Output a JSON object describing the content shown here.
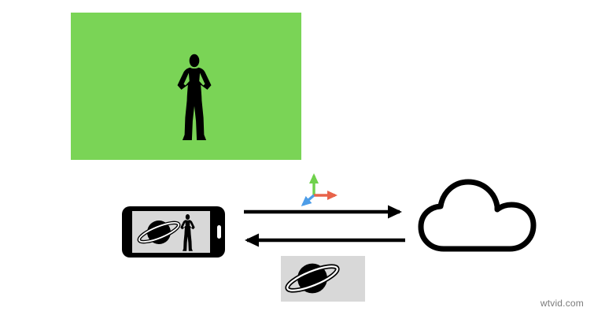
{
  "watermark": {
    "text": "wtvid.com"
  },
  "colors": {
    "background": "#ffffff",
    "green_screen": "#7ad456",
    "silhouette": "#000000",
    "phone_body": "#000000",
    "phone_screen": "#d8d8d8",
    "phone_button": "#ffffff",
    "arrow_black": "#000000",
    "axis_green": "#6fd14c",
    "axis_red": "#e8634a",
    "axis_blue": "#4d9de8",
    "cloud_stroke": "#000000",
    "cloud_fill": "#ffffff",
    "thumbnail_bg": "#d8d8d8",
    "saturn": "#000000",
    "ring_gap": "#ffffff",
    "watermark": "#7b7b7b"
  },
  "icons": {
    "green_screen": "green-screen-backdrop",
    "person": "standing-person-silhouette",
    "phone": "smartphone-landscape",
    "saturn": "saturn-planet-icon",
    "axis": "rgb-xyz-axis-gizmo",
    "upload": "right-arrow",
    "download": "left-arrow",
    "cloud": "cloud-outline",
    "thumbnail": "video-frame-thumbnail"
  }
}
